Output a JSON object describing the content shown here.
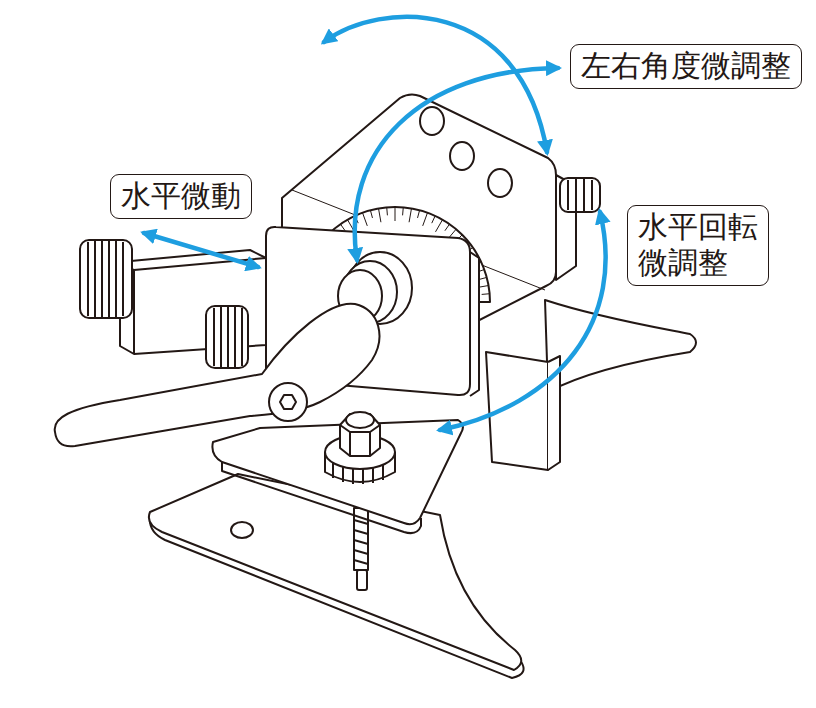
{
  "diagram": {
    "nodes": [
      {
        "text": [
          "左右角度微調整"
        ]
      },
      {
        "text": [
          "水平微動"
        ]
      },
      {
        "text": [
          "水平回転 微調整"
        ]
      }
    ]
  }
}
